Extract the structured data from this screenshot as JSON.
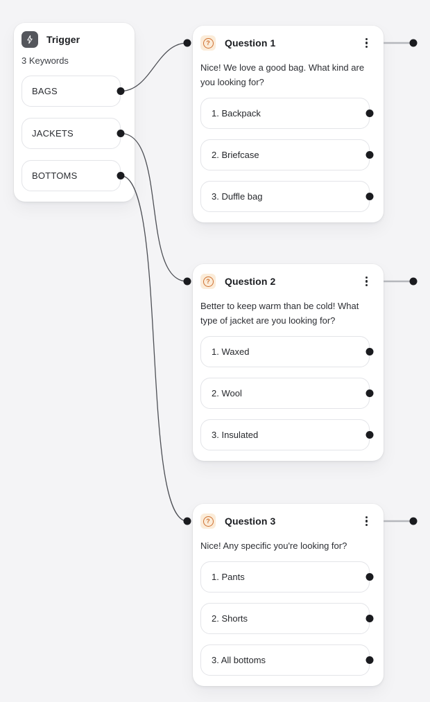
{
  "canvas": {
    "background": "#f4f4f6"
  },
  "trigger": {
    "icon": "lightning-icon",
    "title": "Trigger",
    "subtitle": "3 Keywords",
    "keywords": [
      "BAGS",
      "JACKETS",
      "BOTTOMS"
    ]
  },
  "questions": [
    {
      "icon": "question-circle-icon",
      "title": "Question 1",
      "text": "Nice! We love a good bag. What kind are you looking for?",
      "options": [
        "1. Backpack",
        "2. Briefcase",
        "3. Duffle bag"
      ]
    },
    {
      "icon": "question-circle-icon",
      "title": "Question 2",
      "text": "Better to keep warm than be cold! What type of jacket are you looking for?",
      "options": [
        "1. Waxed",
        "2. Wool",
        "3. Insulated"
      ]
    },
    {
      "icon": "question-circle-icon",
      "title": "Question 3",
      "text": "Nice! Any specific you're looking for?",
      "options": [
        "1. Pants",
        "2. Shorts",
        "3. All bottoms"
      ]
    }
  ],
  "icons": {
    "question_glyph": "?",
    "kebab_menu": "vertical-ellipsis",
    "trigger_glyph": "lightning-bolt"
  },
  "colors": {
    "background": "#f4f4f6",
    "node_background": "#ffffff",
    "chip_border": "#e3e4e8",
    "trigger_icon_bg": "#54565c",
    "question_icon_bg": "#fbecd9",
    "question_icon_fg": "#cf7030",
    "edge_stroke": "#4c4e54",
    "handle_dot": "#1a1b1f",
    "output_line": "#b5b7bc"
  }
}
